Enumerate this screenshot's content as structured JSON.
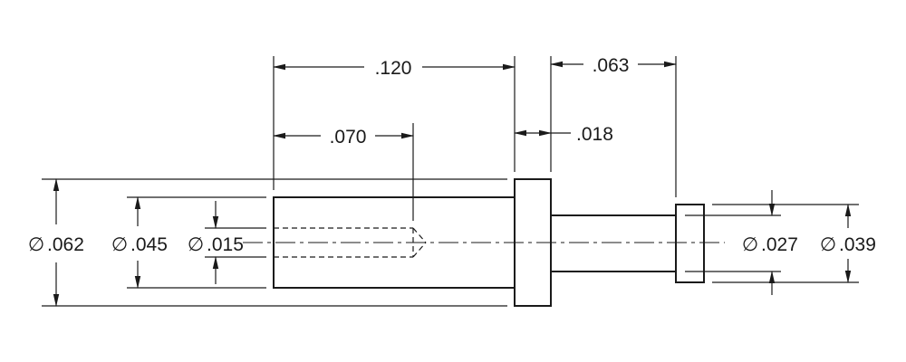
{
  "drawing": {
    "diameter_symbol": "∅",
    "dimensions": {
      "overall_length": ".120",
      "hole_depth": ".070",
      "flange_thickness": ".018",
      "pin_length": ".063",
      "body_diameter": ".062",
      "shank_diameter": ".045",
      "hole_diameter": ".015",
      "pin_diameter": ".027",
      "head_diameter": ".039"
    }
  }
}
